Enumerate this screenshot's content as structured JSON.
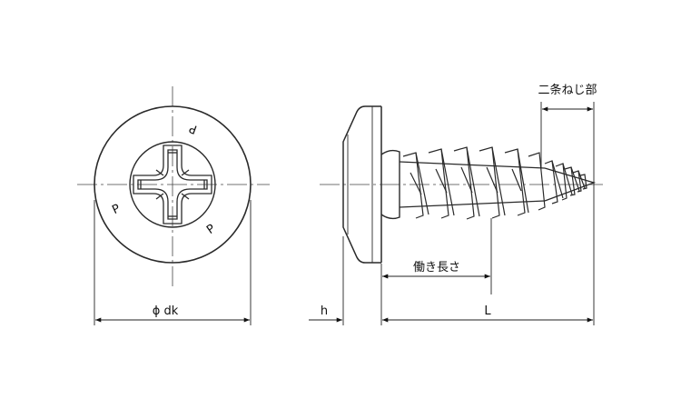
{
  "labels": {
    "head_diameter": "ϕ dk",
    "head_height": "h",
    "length": "L",
    "effective_thread": "働き長さ",
    "double_thread": "二条ねじ部"
  },
  "head_markings": [
    "P",
    "P",
    "P"
  ],
  "colors": {
    "ink": "#2a2a2a",
    "background": "#ffffff"
  }
}
